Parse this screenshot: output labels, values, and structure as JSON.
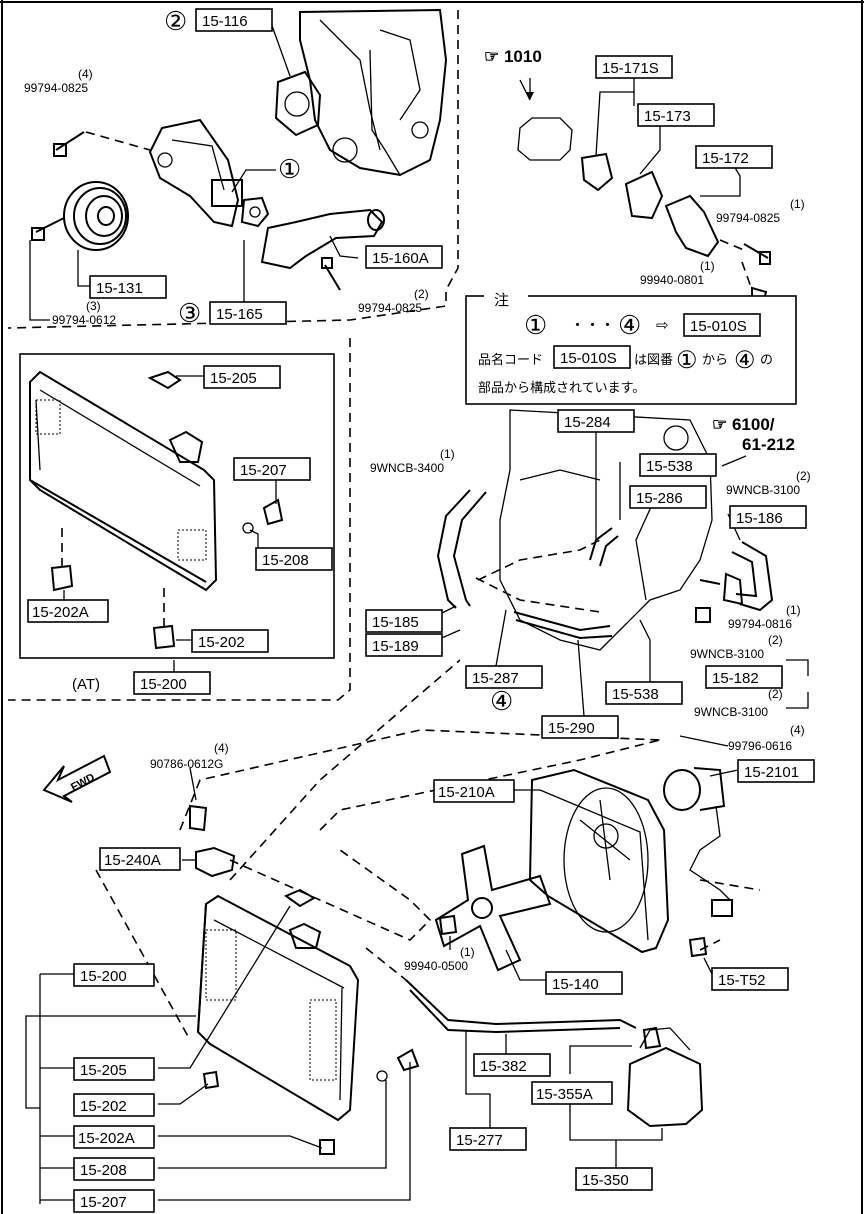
{
  "references": {
    "ref_1010": "☞ 1010",
    "ref_6100": "☞ 6100/",
    "ref_61212": "61-212"
  },
  "at_label": "(AT)",
  "fwd_label": "FWD",
  "note": {
    "title": "注",
    "formula_from": "①",
    "formula_dots": "・・・",
    "formula_to": "④",
    "formula_arrow": "⇨",
    "formula_box": "15-010S",
    "line2_a": "品名コード",
    "line2_box": "15-010S",
    "line2_b": "は図番",
    "line2_c": "①",
    "line2_d": "から",
    "line2_e": "④",
    "line2_f": "の",
    "line3": "部品から構成されています。"
  },
  "circles": {
    "c1": "①",
    "c2": "②",
    "c3": "③",
    "c4": "④"
  },
  "boxed_labels": [
    {
      "id": "p15116",
      "text": "15-116"
    },
    {
      "id": "p15171s",
      "text": "15-171S"
    },
    {
      "id": "p15173",
      "text": "15-173"
    },
    {
      "id": "p15172",
      "text": "15-172"
    },
    {
      "id": "p15160a",
      "text": "15-160A"
    },
    {
      "id": "p15131",
      "text": "15-131"
    },
    {
      "id": "p15165",
      "text": "15-165"
    },
    {
      "id": "p15205a",
      "text": "15-205"
    },
    {
      "id": "p15207a",
      "text": "15-207"
    },
    {
      "id": "p15208a",
      "text": "15-208"
    },
    {
      "id": "p15202aa",
      "text": "15-202A"
    },
    {
      "id": "p15202a",
      "text": "15-202"
    },
    {
      "id": "p15200a",
      "text": "15-200"
    },
    {
      "id": "p15284",
      "text": "15-284"
    },
    {
      "id": "p15538a",
      "text": "15-538"
    },
    {
      "id": "p15286",
      "text": "15-286"
    },
    {
      "id": "p15186",
      "text": "15-186"
    },
    {
      "id": "p15185",
      "text": "15-185"
    },
    {
      "id": "p15189",
      "text": "15-189"
    },
    {
      "id": "p15287",
      "text": "15-287"
    },
    {
      "id": "p15182",
      "text": "15-182"
    },
    {
      "id": "p15538b",
      "text": "15-538"
    },
    {
      "id": "p15290",
      "text": "15-290"
    },
    {
      "id": "p152101",
      "text": "15-2101"
    },
    {
      "id": "p15210a",
      "text": "15-210A"
    },
    {
      "id": "p15240a",
      "text": "15-240A"
    },
    {
      "id": "p15140",
      "text": "15-140"
    },
    {
      "id": "p15t52",
      "text": "15-T52"
    },
    {
      "id": "p15200b",
      "text": "15-200"
    },
    {
      "id": "p15205b",
      "text": "15-205"
    },
    {
      "id": "p15202b",
      "text": "15-202"
    },
    {
      "id": "p15202ab",
      "text": "15-202A"
    },
    {
      "id": "p15208b",
      "text": "15-208"
    },
    {
      "id": "p15207b",
      "text": "15-207"
    },
    {
      "id": "p15382",
      "text": "15-382"
    },
    {
      "id": "p15355a",
      "text": "15-355A"
    },
    {
      "id": "p15277",
      "text": "15-277"
    },
    {
      "id": "p15350",
      "text": "15-350"
    }
  ],
  "bolt_labels": [
    {
      "id": "b1",
      "qty": "(4)",
      "code": "99794-0825"
    },
    {
      "id": "b2",
      "qty": "(3)",
      "code": "99794-0612"
    },
    {
      "id": "b3",
      "qty": "(2)",
      "code": "99794-0825"
    },
    {
      "id": "b4",
      "qty": "(1)",
      "code": "99794-0825"
    },
    {
      "id": "b5",
      "qty": "(1)",
      "code": "99940-0801"
    },
    {
      "id": "b6",
      "qty": "(1)",
      "code": "9WNCB-3400"
    },
    {
      "id": "b7",
      "qty": "(2)",
      "code": "9WNCB-3100"
    },
    {
      "id": "b8",
      "qty": "(1)",
      "code": "99794-0816"
    },
    {
      "id": "b9",
      "qty": "(2)",
      "code": "9WNCB-3100"
    },
    {
      "id": "b10",
      "qty": "(2)",
      "code": "9WNCB-3100"
    },
    {
      "id": "b11",
      "qty": "(4)",
      "code": "99796-0616"
    },
    {
      "id": "b12",
      "qty": "(4)",
      "code": "90786-0612G"
    },
    {
      "id": "b13",
      "qty": "(1)",
      "code": "99940-0500"
    }
  ]
}
